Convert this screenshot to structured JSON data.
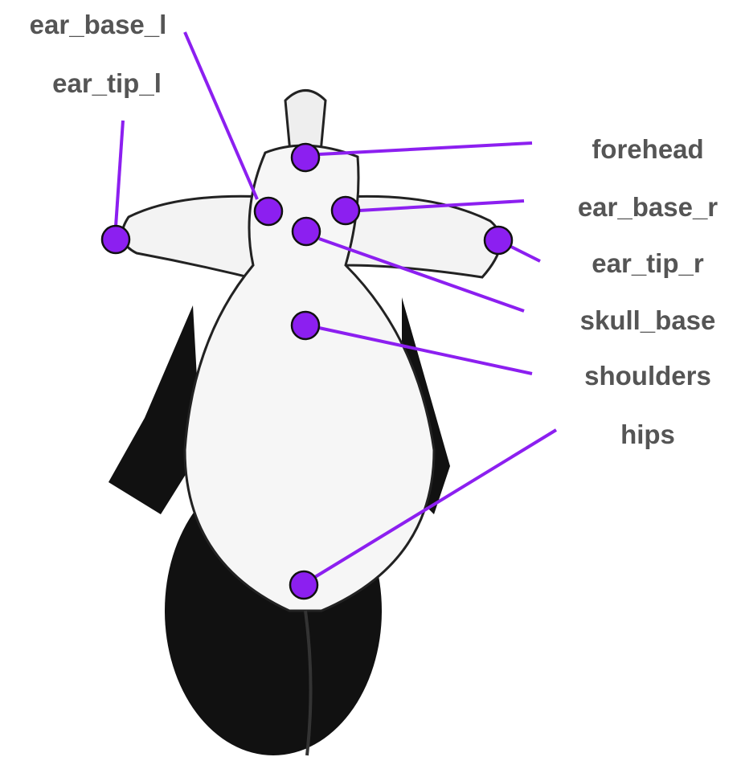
{
  "colors": {
    "keypoint": "#8c1ff0",
    "label": "#555555",
    "outline": "#111111"
  },
  "keypoints": [
    {
      "name": "ear_base_l"
    },
    {
      "name": "ear_tip_l"
    },
    {
      "name": "forehead"
    },
    {
      "name": "ear_base_r"
    },
    {
      "name": "ear_tip_r"
    },
    {
      "name": "skull_base"
    },
    {
      "name": "shoulders"
    },
    {
      "name": "hips"
    }
  ]
}
